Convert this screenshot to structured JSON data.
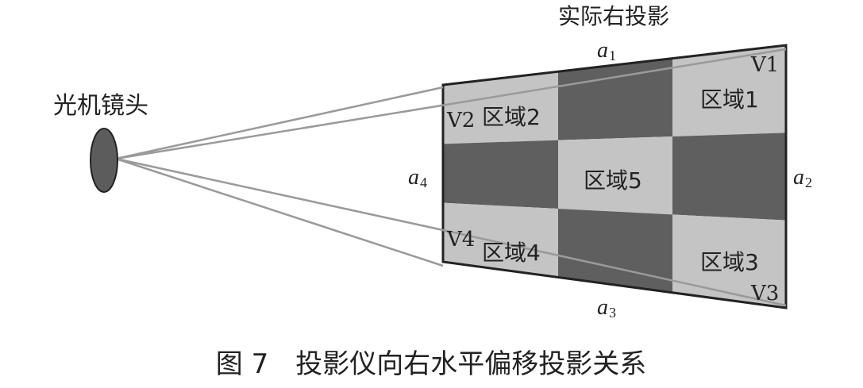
{
  "title": "实际右投影",
  "lens_label": "光机镜头",
  "caption": "图 7　投影仪向右水平偏移投影关系",
  "edges": {
    "top": {
      "letter": "a",
      "sub": "1"
    },
    "right": {
      "letter": "a",
      "sub": "2"
    },
    "bottom": {
      "letter": "a",
      "sub": "3"
    },
    "left": {
      "letter": "a",
      "sub": "4"
    }
  },
  "vertices": {
    "v1": "V1",
    "v2": "V2",
    "v3": "V3",
    "v4": "V4"
  },
  "regions": {
    "r1": "区域1",
    "r2": "区域2",
    "r3": "区域3",
    "r4": "区域4",
    "r5": "区域5"
  },
  "colors": {
    "light_cell": "#c4c4c4",
    "dark_cell": "#5f5f5f",
    "border": "#222222",
    "rays": "#9a9a9a",
    "lens": "#5c5c5c"
  }
}
